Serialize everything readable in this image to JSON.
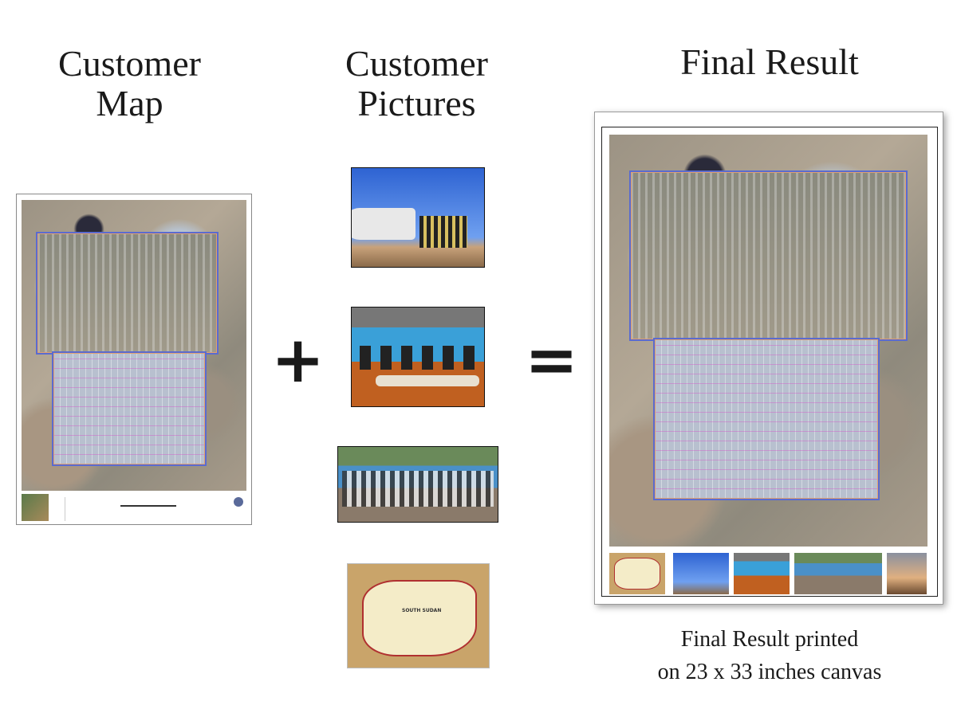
{
  "titles": {
    "customer_map": [
      "Customer",
      "Map"
    ],
    "customer_pictures": [
      "Customer",
      "Pictures"
    ],
    "final_result": "Final Result"
  },
  "operators": {
    "plus": "+",
    "equals": "="
  },
  "pictures": [
    {
      "name": "airplane-group-photo"
    },
    {
      "name": "kitchen-staff-photo"
    },
    {
      "name": "team-group-photo"
    },
    {
      "name": "south-sudan-map",
      "label": "SOUTH SUDAN"
    }
  ],
  "final_thumbnails": [
    "south-sudan-map",
    "airplane-group-photo",
    "kitchen-staff-photo",
    "team-group-photo",
    "aircraft-sunset-photo"
  ],
  "caption": [
    "Final Result printed",
    "on 23 x 33 inches canvas"
  ],
  "colors": {
    "text": "#1a1a1a",
    "boundary": "#5a6bd0",
    "road": "#e0a070",
    "sky": "#3a6fd6"
  }
}
